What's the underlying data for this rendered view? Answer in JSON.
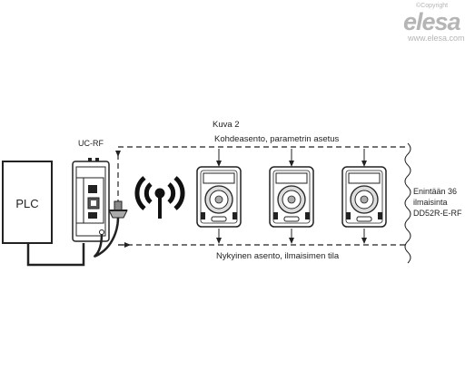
{
  "brand": {
    "copyright": "©Copyright",
    "name": "elesa",
    "url": "www.elesa.com"
  },
  "diagram": {
    "figure_label": "Kuva 2",
    "top_label": "Kohdeasento, parametrin asetus",
    "bottom_label": "Nykyinen asento, ilmaisimen tila",
    "plc_label": "PLC",
    "ucrf_label": "UC-RF",
    "right_note": [
      "Enintään 36",
      "ilmaisinta",
      "DD52R-E-RF"
    ],
    "indicator_count_shown": 3,
    "colors": {
      "line": "#222222",
      "background": "#ffffff",
      "brand": "#b5b5b5"
    }
  }
}
